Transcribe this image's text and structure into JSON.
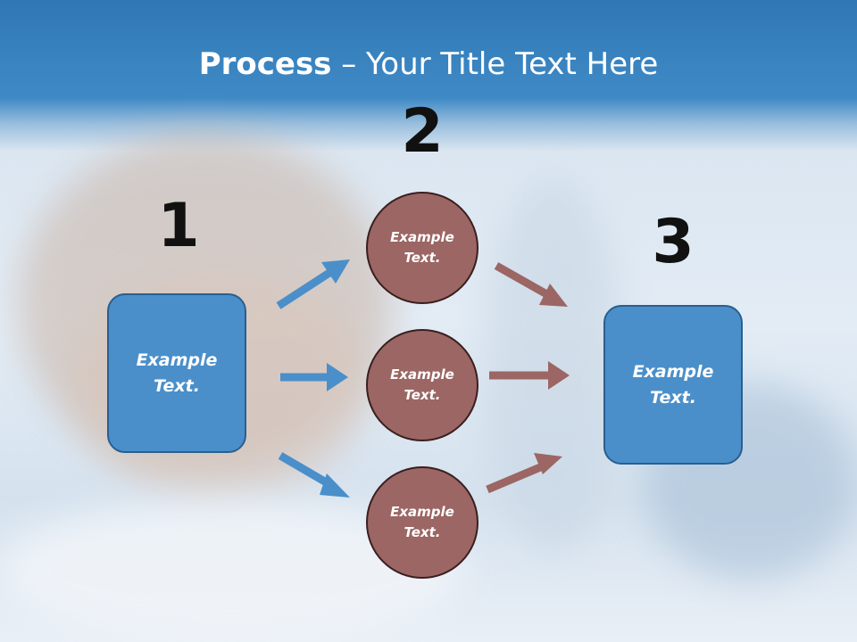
{
  "slide": {
    "title_bold": "Process",
    "title_rest": " – Your Title Text Here"
  },
  "steps": {
    "step1": {
      "number": "1",
      "box_text": "Example Text."
    },
    "step2": {
      "number": "2",
      "circles": [
        "Example Text.",
        "Example Text.",
        "Example Text."
      ]
    },
    "step3": {
      "number": "3",
      "box_text": "Example Text."
    }
  },
  "colors": {
    "header_blue": "#3f8ac6",
    "box_blue": "#4a8fca",
    "circle_brown": "#9b6663",
    "arrow_blue": "#4a8fca",
    "arrow_brown": "#9b6663"
  }
}
